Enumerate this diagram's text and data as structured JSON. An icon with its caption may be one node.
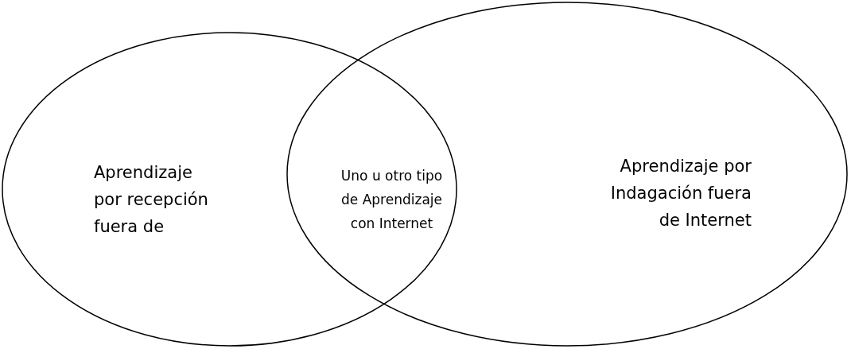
{
  "diagram": {
    "nodes": [
      {
        "text": [
          "Aprendizaje por recepción fuera de"
        ]
      },
      {
        "text": [
          "Aprendizaje por Indagación fuera de Internet"
        ]
      }
    ],
    "labels": [
      "Uno u otro tipo de Aprendizaje con Internet"
    ]
  }
}
